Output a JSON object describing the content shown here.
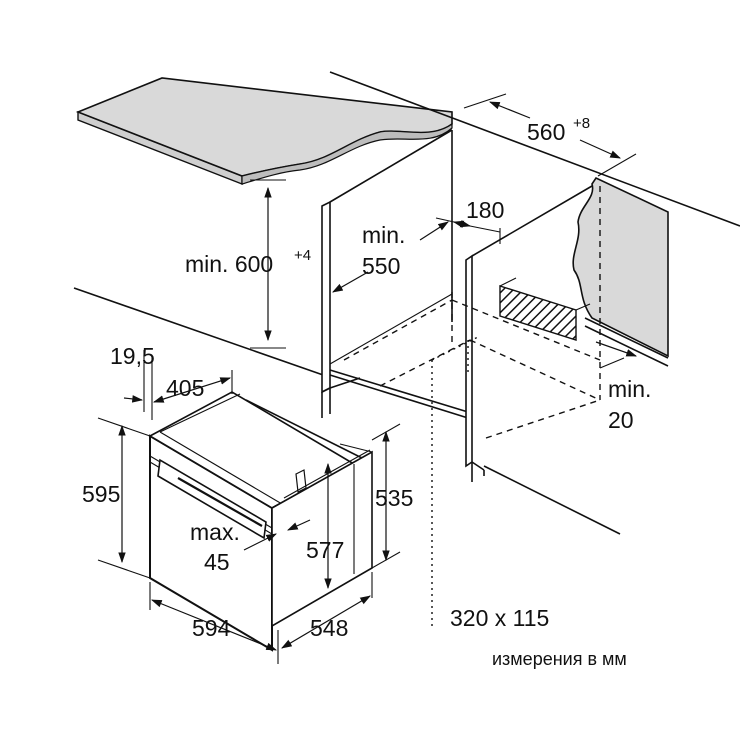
{
  "dimensions": {
    "min_600": {
      "text": "min. 600",
      "sup": "+4"
    },
    "min_550_a": "min.",
    "min_550_b": "550",
    "d180": "180",
    "d560": {
      "text": "560",
      "sup": "+8"
    },
    "min_20_a": "min.",
    "min_20_b": "20",
    "d19_5": "19,5",
    "d405": "405",
    "d595": "595",
    "d535": "535",
    "max_45_a": "max.",
    "max_45_b": "45",
    "d577": "577",
    "d594": "594",
    "d548": "548",
    "vent": "320 x 115"
  },
  "footnote": "измерения в мм"
}
